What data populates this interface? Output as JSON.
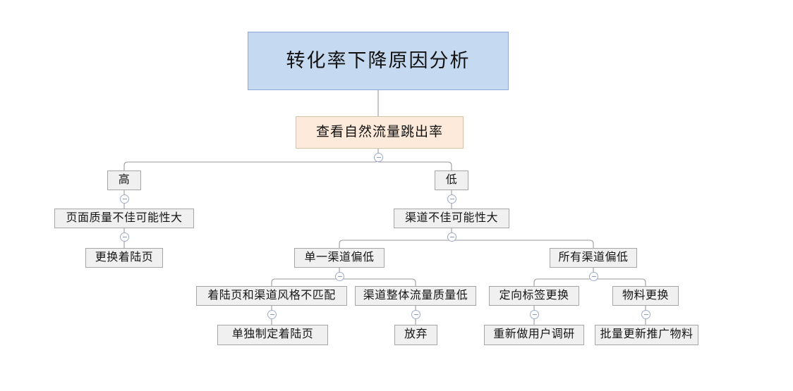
{
  "diagram": {
    "title": "转化率下降原因分析",
    "type": "tree-flowchart",
    "background_color": "#ffffff",
    "edge_color": "#9a9a9a",
    "colors": {
      "root_fill": "#c5d9f1",
      "root_border": "#8ea9d6",
      "step_fill": "#fdeada",
      "step_border": "#d9c3a8",
      "plain_fill": "#f0f0f0",
      "plain_border": "#a6a6a6",
      "toggle_border": "#9bacc9"
    },
    "nodes": {
      "root": {
        "label": "转化率下降原因分析",
        "kind": "root"
      },
      "check_bounce": {
        "label": "查看自然流量跳出率",
        "kind": "step"
      },
      "high": {
        "label": "高",
        "kind": "plain"
      },
      "low": {
        "label": "低",
        "kind": "plain"
      },
      "page_quality_bad": {
        "label": "页面质量不佳可能性大",
        "kind": "plain"
      },
      "channel_bad": {
        "label": "渠道不佳可能性大",
        "kind": "plain"
      },
      "change_landing": {
        "label": "更换着陆页",
        "kind": "plain"
      },
      "single_channel_low": {
        "label": "单一渠道偏低",
        "kind": "plain"
      },
      "all_channel_low": {
        "label": "所有渠道偏低",
        "kind": "plain"
      },
      "style_mismatch": {
        "label": "着陆页和渠道风格不匹配",
        "kind": "plain"
      },
      "channel_quality_low": {
        "label": "渠道整体流量质量低",
        "kind": "plain"
      },
      "tag_change": {
        "label": "定向标签更换",
        "kind": "plain"
      },
      "material_change": {
        "label": "物料更换",
        "kind": "plain"
      },
      "custom_landing": {
        "label": "单独制定着陆页",
        "kind": "plain"
      },
      "abandon": {
        "label": "放弃",
        "kind": "plain"
      },
      "redo_research": {
        "label": "重新做用户调研",
        "kind": "plain"
      },
      "batch_update_material": {
        "label": "批量更新推广物料",
        "kind": "plain"
      }
    },
    "edges": [
      {
        "from": "root",
        "to": "check_bounce"
      },
      {
        "from": "check_bounce",
        "to": "high",
        "branch_label": ""
      },
      {
        "from": "check_bounce",
        "to": "low",
        "branch_label": ""
      },
      {
        "from": "high",
        "to": "page_quality_bad"
      },
      {
        "from": "low",
        "to": "channel_bad"
      },
      {
        "from": "page_quality_bad",
        "to": "change_landing"
      },
      {
        "from": "channel_bad",
        "to": "single_channel_low"
      },
      {
        "from": "channel_bad",
        "to": "all_channel_low"
      },
      {
        "from": "single_channel_low",
        "to": "style_mismatch"
      },
      {
        "from": "single_channel_low",
        "to": "channel_quality_low"
      },
      {
        "from": "all_channel_low",
        "to": "tag_change"
      },
      {
        "from": "all_channel_low",
        "to": "material_change"
      },
      {
        "from": "style_mismatch",
        "to": "custom_landing"
      },
      {
        "from": "channel_quality_low",
        "to": "abandon"
      },
      {
        "from": "tag_change",
        "to": "redo_research"
      },
      {
        "from": "material_change",
        "to": "batch_update_material"
      }
    ],
    "collapse_toggles": [
      "check_bounce",
      "high",
      "low",
      "page_quality_bad",
      "channel_bad",
      "single_channel_low",
      "all_channel_low",
      "style_mismatch",
      "channel_quality_low",
      "tag_change",
      "material_change"
    ]
  }
}
